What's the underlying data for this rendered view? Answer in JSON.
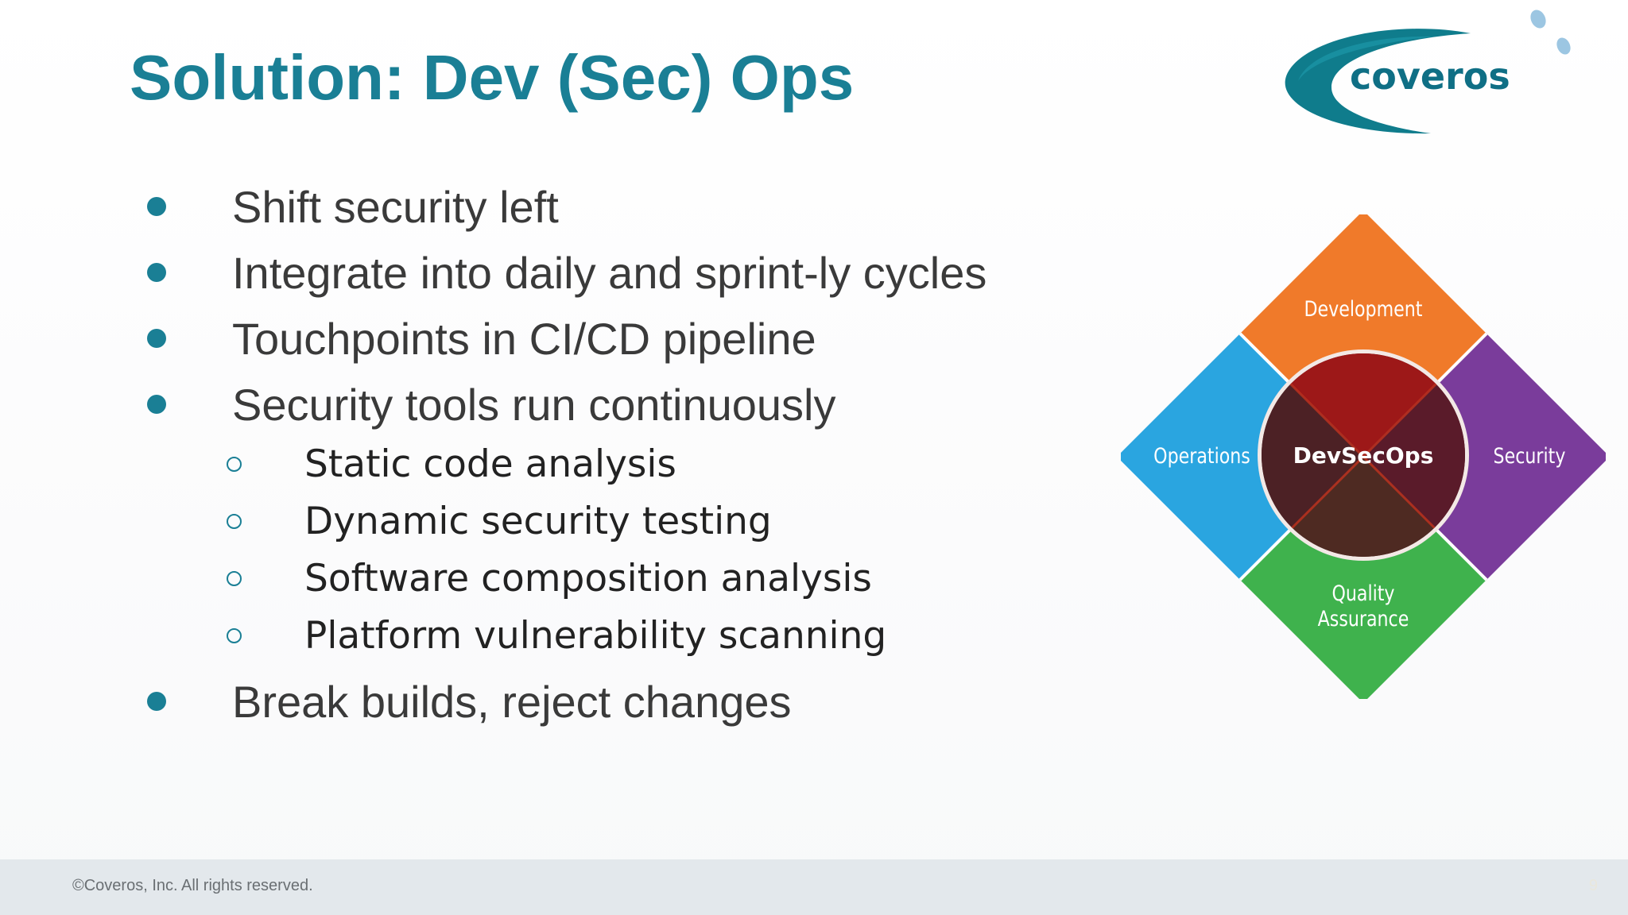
{
  "slide": {
    "title": "Solution: Dev (Sec) Ops",
    "bullets": [
      "Shift security left",
      "Integrate into daily and sprint-ly cycles",
      "Touchpoints in CI/CD pipeline",
      "Security tools run continuously"
    ],
    "sub_bullets": [
      "Static code analysis",
      "Dynamic security testing",
      "Software composition analysis",
      "Platform vulnerability scanning"
    ],
    "last_bullet": "Break builds, reject changes"
  },
  "logo": {
    "text": "coveros"
  },
  "diagram": {
    "top": "Development",
    "left": "Operations",
    "right": "Security",
    "bottom_line1": "Quality",
    "bottom_line2": "Assurance",
    "center": "DevSecOps",
    "colors": {
      "development": "#f07a2a",
      "operations": "#2aa5e0",
      "security": "#7a3c9b",
      "quality_assurance": "#3fb24d",
      "center_top": "#9d1818",
      "center_bottom": "#4e2a22"
    }
  },
  "footer": {
    "copyright": "©Coveros, Inc. All rights reserved.",
    "page_number": "9"
  },
  "colors": {
    "title": "#1a7f95",
    "body_text": "#3a3a3a",
    "footer_bg": "#e3e8ec"
  }
}
